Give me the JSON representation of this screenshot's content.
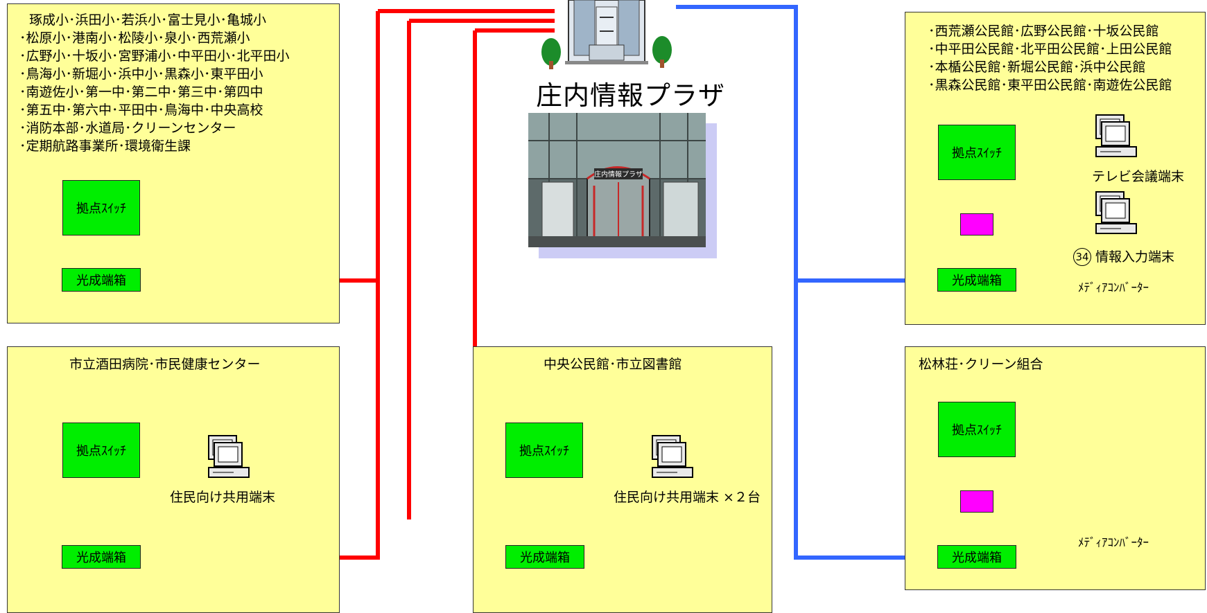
{
  "hub": {
    "title": "庄内情報プラザ",
    "sign_text": "庄内情報プラザ"
  },
  "panels": {
    "schools": {
      "lines": [
        "琢成小･浜田小･若浜小･富士見小･亀城小",
        "･松原小･港南小･松陵小･泉小･西荒瀬小",
        "･広野小･十坂小･宮野浦小･中平田小･北平田小",
        "･鳥海小･新堀小･浜中小･黒森小･東平田小",
        "･南遊佐小･第一中･第二中･第三中･第四中",
        "･第五中･第六中･平田中･鳥海中･中央高校",
        "･消防本部･水道局･クリーンセンター",
        "･定期航路事業所･環境衛生課"
      ],
      "switch_label": "拠点ｽｲｯﾁ",
      "optical_label": "光成端箱"
    },
    "hospital": {
      "heading": "市立酒田病院･市民健康センター",
      "switch_label": "拠点ｽｲｯﾁ",
      "optical_label": "光成端箱",
      "terminal_label": "住民向け共用端末"
    },
    "library": {
      "heading": "中央公民館･市立図書館",
      "switch_label": "拠点ｽｲｯﾁ",
      "optical_label": "光成端箱",
      "terminal_label": "住民向け共用端末 ×２台"
    },
    "community": {
      "lines": [
        "･西荒瀬公民館･広野公民館･十坂公民館",
        "･中平田公民館･北平田公民館･上田公民館",
        "･本楯公民館･新堀公民館･浜中公民館",
        "･黒森公民館･東平田公民館･南遊佐公民館"
      ],
      "switch_label": "拠点ｽｲｯﾁ",
      "optical_label": "光成端箱",
      "tv_label": "テレビ会議端末",
      "info_number": "34",
      "info_label": "情報入力端末",
      "converter_label": "ﾒﾃﾞｨｱｺﾝﾊﾞｰﾀｰ"
    },
    "shorinso": {
      "heading": "松林荘･クリーン組合",
      "switch_label": "拠点ｽｲｯﾁ",
      "optical_label": "光成端箱",
      "converter_label": "ﾒﾃﾞｨｱｺﾝﾊﾞｰﾀｰ"
    }
  },
  "colors": {
    "panel_fill": "#ffff99",
    "switch_fill": "#00ee00",
    "converter_fill": "#ff00ff",
    "red_line": "#ff0000",
    "blue_line": "#3366ff"
  }
}
